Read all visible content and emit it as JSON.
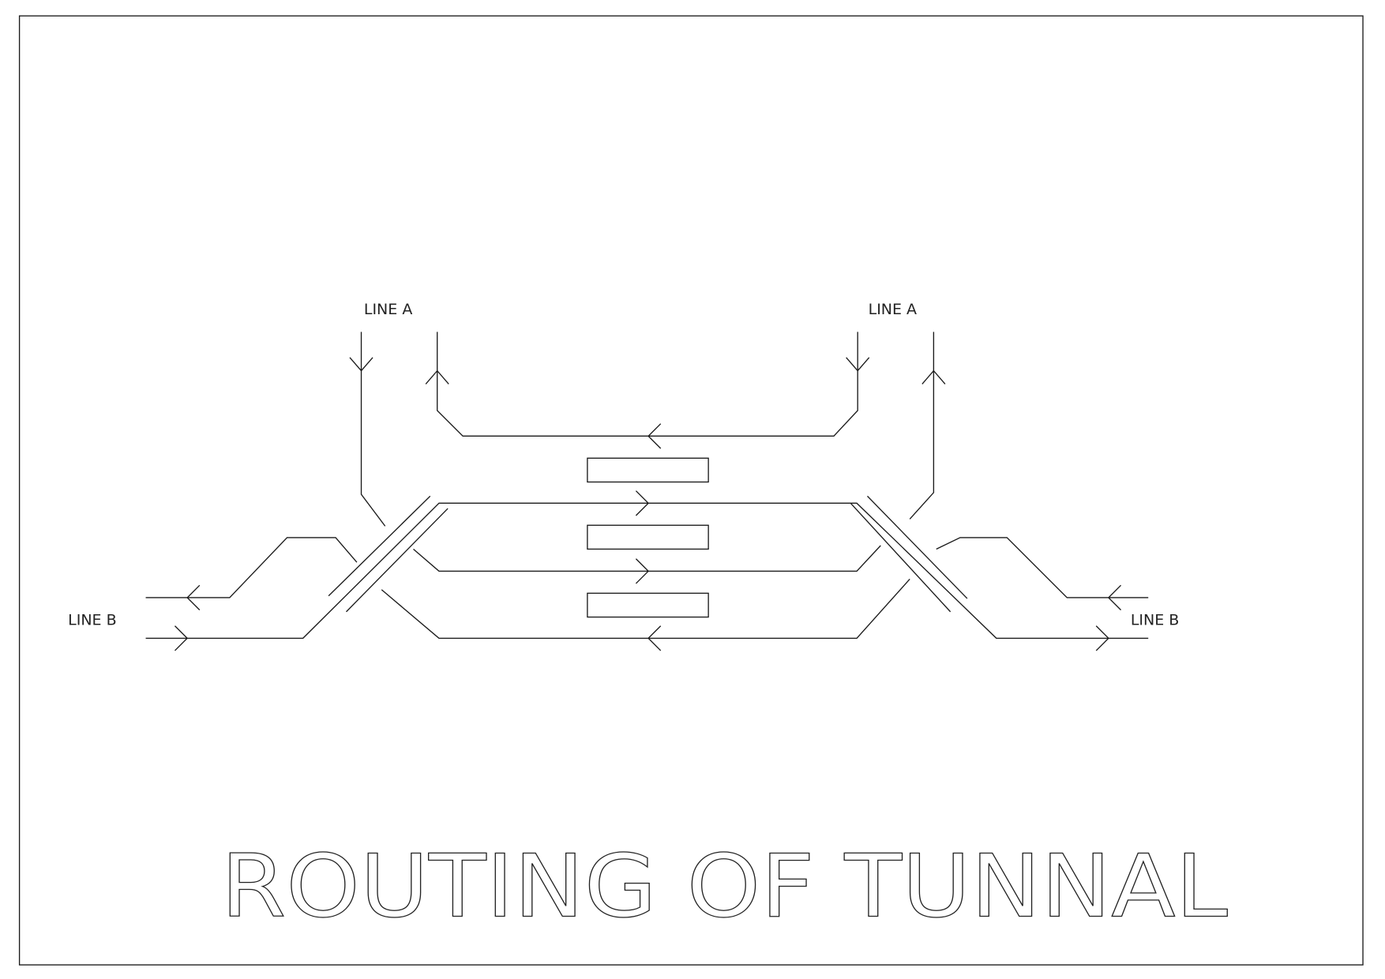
{
  "diagram": {
    "title": "ROUTING OF TUNNAL",
    "labels": {
      "line_a_left": "LINE A",
      "line_a_right": "LINE A",
      "line_b_left": "LINE B",
      "line_b_right": "LINE B"
    },
    "colors": {
      "stroke": "#1a1a1a",
      "background": "#ffffff"
    }
  }
}
